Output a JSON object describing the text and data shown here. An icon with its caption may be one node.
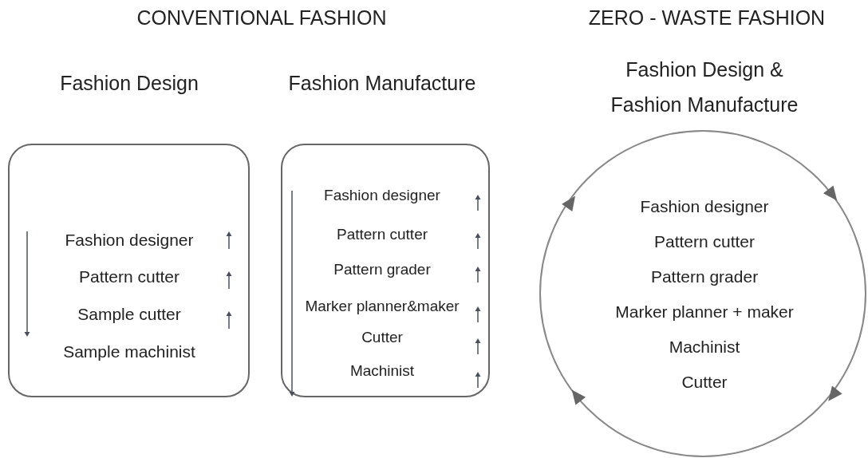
{
  "diagram": {
    "nodes": [
      {
        "text": [
          "Fashion Design",
          "Fashion designer",
          "Pattern cutter",
          "Sample cutter",
          "Sample machinist"
        ]
      },
      {
        "text": [
          "Fashion Manufacture",
          "Fashion designer",
          "Pattern cutter",
          "Pattern grader",
          "Marker planner&maker",
          "Cutter",
          "Machinist"
        ]
      },
      {
        "text": [
          "Fashion Design & Fashion Manufacture",
          "Fashion designer",
          "Pattern cutter",
          "Pattern grader",
          "Marker planner + maker",
          "Machinist",
          "Cutter"
        ]
      }
    ],
    "edges": [],
    "labels": [
      "CONVENTIONAL FASHION",
      "ZERO - WASTE FASHION"
    ]
  }
}
